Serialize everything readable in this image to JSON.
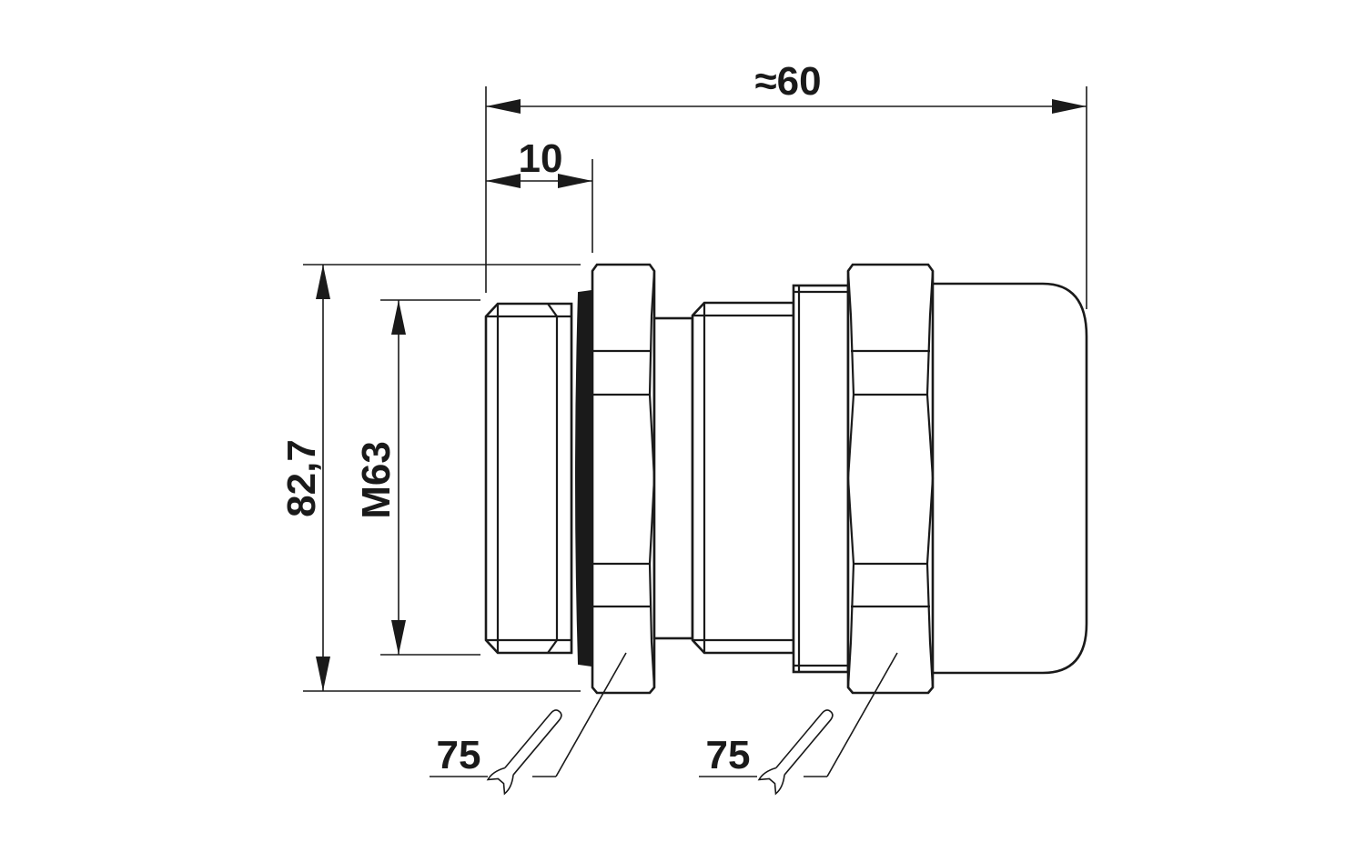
{
  "drawing": {
    "dimension_overall_length": "≈60",
    "dimension_thread_length": "10",
    "dimension_outer_diameter": "82,7",
    "thread_size": "M63",
    "wrench_size_locknut": "75",
    "wrench_size_cap": "75"
  },
  "colors": {
    "line": "#1a1a1a",
    "background": "#ffffff"
  }
}
